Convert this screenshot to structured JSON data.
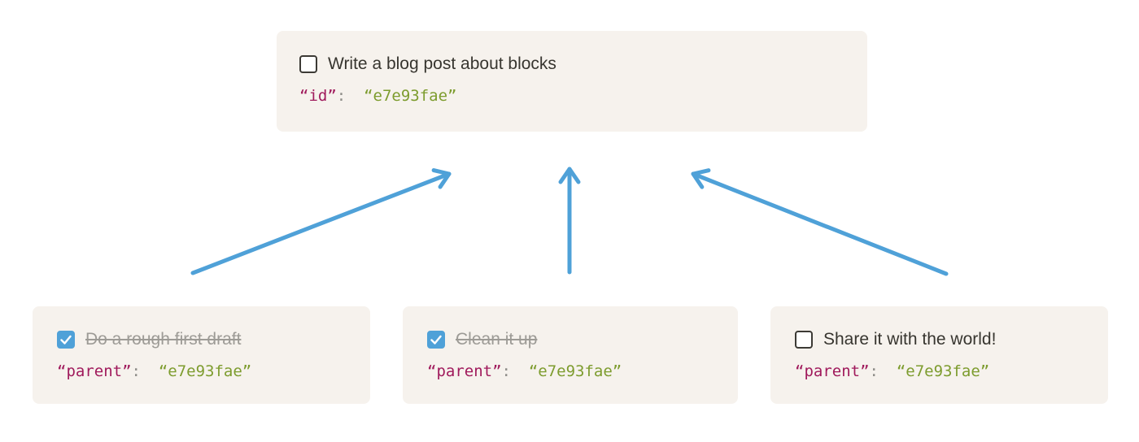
{
  "colors": {
    "card_bg": "#f6f2ed",
    "text": "#37352f",
    "muted": "#9d9b96",
    "key": "#a01a5c",
    "colon": "#8f8e8a",
    "value": "#7d9c2e",
    "accent_blue": "#4fa1d8",
    "checkbox_border": "#3c3a35"
  },
  "parent_card": {
    "checked": false,
    "completed": false,
    "label": "Write a blog post about blocks",
    "code_key": "“id”",
    "code_sep": ": ",
    "code_value": "“e7e93fae”"
  },
  "child_cards": [
    {
      "checked": true,
      "completed": true,
      "label": "Do a rough first draft",
      "code_key": "“parent”",
      "code_sep": ": ",
      "code_value": "“e7e93fae”"
    },
    {
      "checked": true,
      "completed": true,
      "label": "Clean it up",
      "code_key": "“parent”",
      "code_sep": ": ",
      "code_value": "“e7e93fae”"
    },
    {
      "checked": false,
      "completed": false,
      "label": "Share it with the world!",
      "code_key": "“parent”",
      "code_sep": ": ",
      "code_value": "“e7e93fae”"
    }
  ]
}
